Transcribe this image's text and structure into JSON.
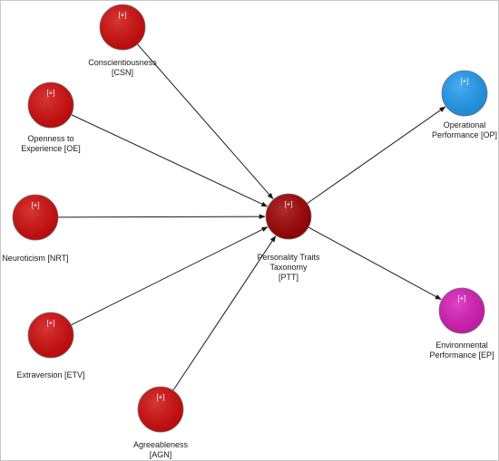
{
  "nodes": {
    "csn": {
      "lines": [
        "Conscientiousness",
        "[CSN]"
      ],
      "expander": "[+]",
      "color": "#d10a0a"
    },
    "oe": {
      "lines": [
        "Openness to",
        "Experience [OE]"
      ],
      "expander": "[+]",
      "color": "#d10a0a"
    },
    "nrt": {
      "lines": [
        "Neuroticism [NRT]"
      ],
      "expander": "[+]",
      "color": "#d10a0a"
    },
    "etv": {
      "lines": [
        "Extraversion [ETV]"
      ],
      "expander": "[+]",
      "color": "#d10a0a"
    },
    "agn": {
      "lines": [
        "Agreeableness",
        "[AGN]"
      ],
      "expander": "[+]",
      "color": "#d10a0a"
    },
    "ptt": {
      "lines": [
        "Personality Traits",
        "Taxonomy",
        "[PTT]"
      ],
      "expander": "[+]",
      "color": "#9e0000"
    },
    "op": {
      "lines": [
        "Operational",
        "Performance [OP]"
      ],
      "expander": "[+]",
      "color": "#1e9bf0"
    },
    "ep": {
      "lines": [
        "Environmental",
        "Performance [EP]"
      ],
      "expander": "[+]",
      "color": "#d81bb8"
    }
  },
  "edges": [
    {
      "from": "csn",
      "to": "ptt"
    },
    {
      "from": "oe",
      "to": "ptt"
    },
    {
      "from": "nrt",
      "to": "ptt"
    },
    {
      "from": "etv",
      "to": "ptt"
    },
    {
      "from": "agn",
      "to": "ptt"
    },
    {
      "from": "ptt",
      "to": "op"
    },
    {
      "from": "ptt",
      "to": "ep"
    }
  ]
}
